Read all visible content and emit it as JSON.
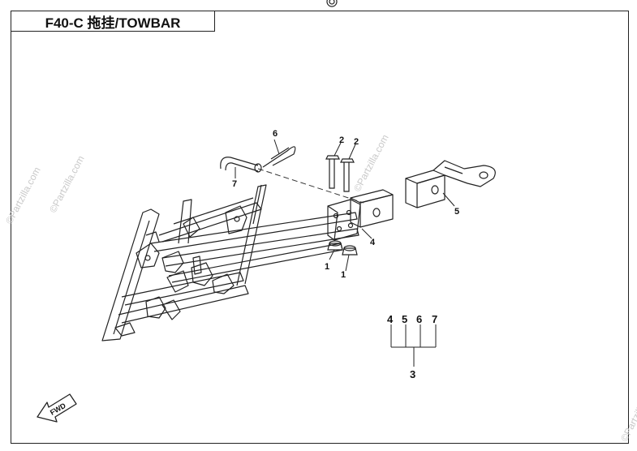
{
  "header": {
    "title": "F40-C 拖挂/TOWBAR"
  },
  "watermark": "©Partzilla.com",
  "fwd_label": "FWD",
  "callouts": [
    {
      "id": "c6",
      "label": "6"
    },
    {
      "id": "c2a",
      "label": "2"
    },
    {
      "id": "c2b",
      "label": "2"
    },
    {
      "id": "c7",
      "label": "7"
    },
    {
      "id": "c5",
      "label": "5"
    },
    {
      "id": "c4",
      "label": "4"
    },
    {
      "id": "c1a",
      "label": "1"
    },
    {
      "id": "c1b",
      "label": "1"
    }
  ],
  "kit": {
    "members": [
      "4",
      "5",
      "6",
      "7"
    ],
    "assembly": "3"
  }
}
